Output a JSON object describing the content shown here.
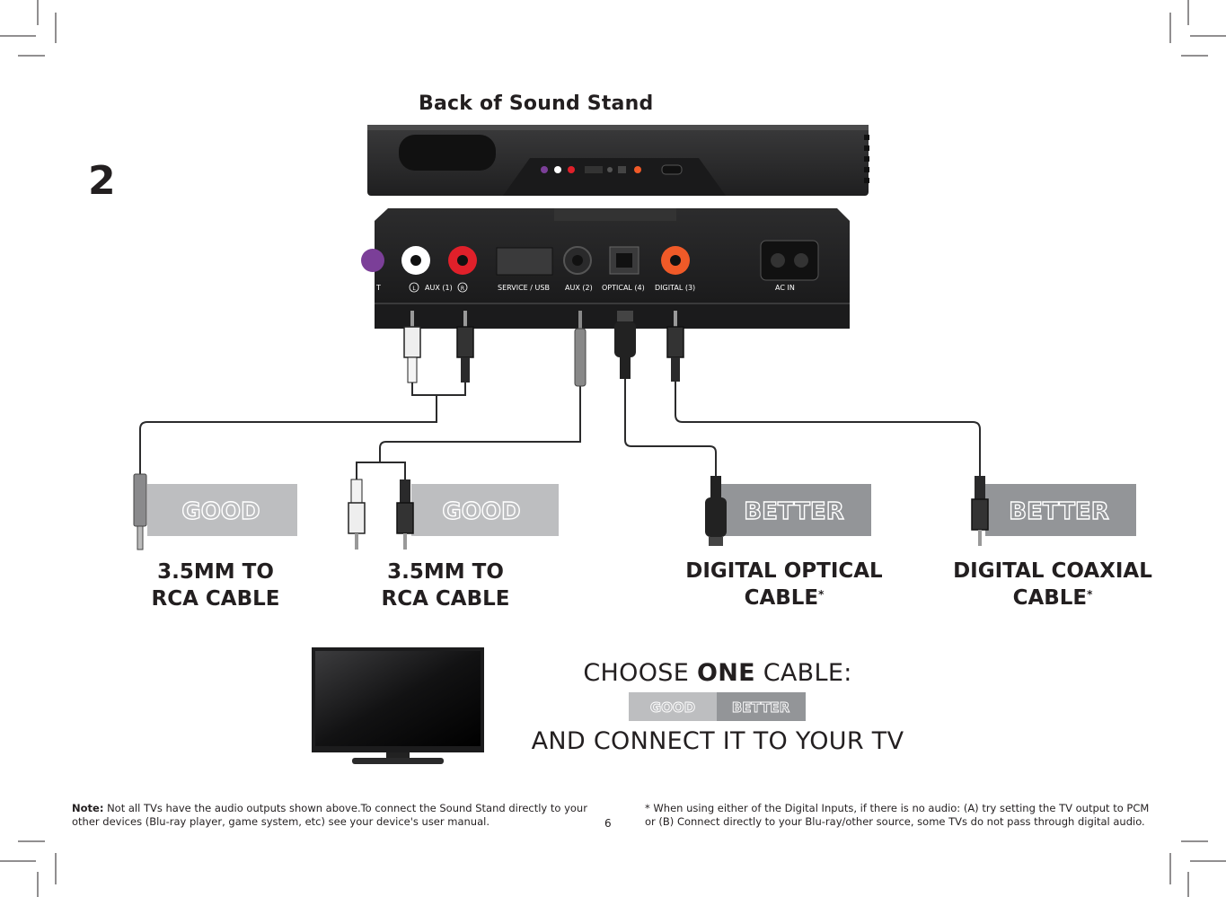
{
  "step_number": "2",
  "back_title": "Back of Sound Stand",
  "panel_labels": {
    "opt": "T",
    "l": "L",
    "aux1": "AUX (1)",
    "r": "R",
    "service": "SERVICE / USB",
    "aux2": "AUX (2)",
    "optical": "OPTICAL (4)",
    "digital": "DIGITAL (3)",
    "ac": "AC IN"
  },
  "ratings": {
    "good": "GOOD",
    "better": "BETTER"
  },
  "cables": [
    {
      "line1": "3.5MM TO",
      "line2": "RCA CABLE",
      "mark": "",
      "rating": "GOOD"
    },
    {
      "line1": "3.5MM TO",
      "line2": "RCA CABLE",
      "mark": "",
      "rating": "GOOD"
    },
    {
      "line1": "DIGITAL OPTICAL",
      "line2": "CABLE",
      "mark": "*",
      "rating": "BETTER"
    },
    {
      "line1": "DIGITAL COAXIAL",
      "line2": "CABLE",
      "mark": "*",
      "rating": "BETTER"
    }
  ],
  "choose": {
    "prefix": "CHOOSE ",
    "emphasis": "ONE",
    "suffix": " CABLE:",
    "legend_good": "GOOD",
    "legend_better": "BETTER",
    "connect": "AND CONNECT IT TO YOUR TV"
  },
  "footer": {
    "note_label": "Note:",
    "note_text": " Not all TVs have the audio outputs shown above.To connect the Sound Stand directly to your other devices (Blu-ray player, game system, etc) see your device's user manual.",
    "page": "6",
    "asterisk_note": "* When using either of the Digital Inputs, if there is no audio: (A) try setting the TV output to PCM or (B) Connect directly to your Blu-ray/other source, some TVs do not pass through digital audio."
  },
  "colors": {
    "good_box": "#bdbec0",
    "better_box": "#939598",
    "device_body": "#2b2b2c",
    "red_jack": "#e0202a",
    "orange_jack": "#f05a28",
    "purple_jack": "#7b3f98"
  }
}
